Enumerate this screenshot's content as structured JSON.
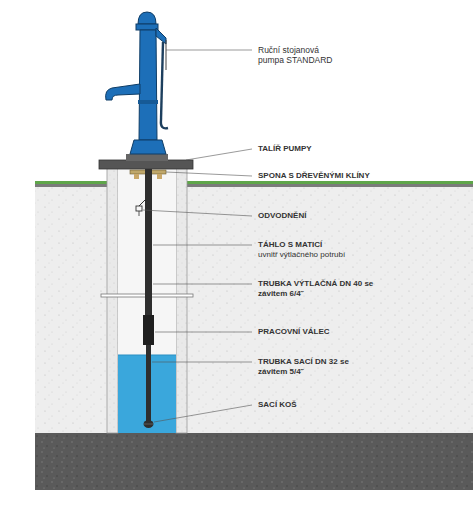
{
  "diagram": {
    "labels": [
      "Ruční stojanová pumpa STANDARD",
      "TALÍŘ PUMPY",
      "SPONA S DŘEVĚNÝMI KLÍNY",
      "ODVODNĚNÍ",
      "TÁHLO S MATICÍ",
      "uvnitř výtlačného potrubí",
      "TRUBKA VÝTLAČNÁ DN 40 se závitem 6/4˝",
      "PRACOVNÍ VÁLEC",
      "TRUBKA SACÍ DN 32 se závitem 5/4˝",
      "SACÍ KOŠ"
    ]
  }
}
